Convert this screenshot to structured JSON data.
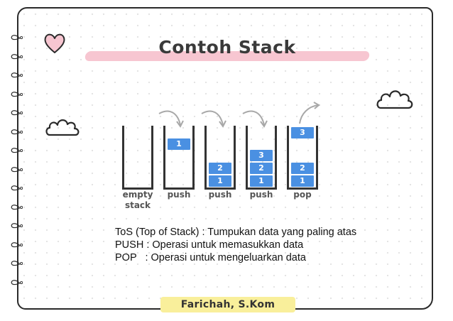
{
  "title": "Contoh Stack",
  "diagram": {
    "stacks": [
      {
        "label_line1": "empty",
        "label_line2": "stack",
        "blocks": []
      },
      {
        "label_line1": "push",
        "label_line2": "",
        "blocks": [
          "1"
        ]
      },
      {
        "label_line1": "push",
        "label_line2": "",
        "blocks": [
          "1",
          "2"
        ]
      },
      {
        "label_line1": "push",
        "label_line2": "",
        "blocks": [
          "1",
          "2",
          "3"
        ]
      },
      {
        "label_line1": "pop",
        "label_line2": "",
        "blocks": [
          "1",
          "2"
        ],
        "popped": "3"
      }
    ],
    "block_color": "#4a90e2"
  },
  "description": {
    "line1": "ToS (Top of Stack) : Tumpukan data yang paling atas",
    "line2": "PUSH : Operasi untuk memasukkan data",
    "line3": "POP   : Operasi untuk mengeluarkan data"
  },
  "footer": "Farichah, S.Kom",
  "colors": {
    "title_highlight": "#f7c6d1",
    "footer_highlight": "#f9ef9b",
    "heart": "#f7c6d1"
  }
}
